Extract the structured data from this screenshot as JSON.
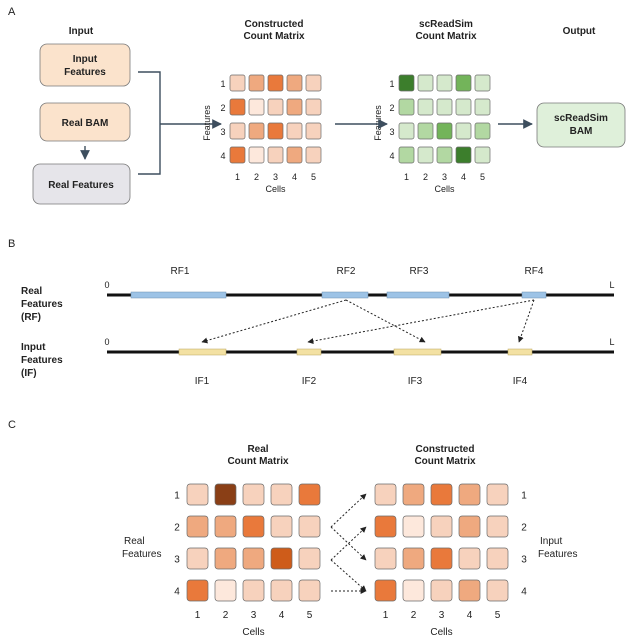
{
  "colors": {
    "peach_box": "#fbe3cc",
    "gray_box": "#e6e5ea",
    "green_box": "#dff0da",
    "box_border": "#7a7a7a",
    "arrow": "#3d4e5e",
    "cell_border": "#6b6b6b",
    "rf_segment": "#9dc3e6",
    "if_segment": "#f3e1a3",
    "line": "#111111",
    "orange": [
      "#fde8dc",
      "#f7d2bd",
      "#efa97f",
      "#e9793b",
      "#ce5c1a",
      "#8a3f16"
    ],
    "green": [
      "#ecf4e8",
      "#d5e9cc",
      "#b2d8a2",
      "#73b45a",
      "#3c7e2c"
    ]
  },
  "panel_a": {
    "label": "A",
    "input_title": "Input",
    "input_features": "Input Features",
    "real_bam": "Real BAM",
    "real_features": "Real Features",
    "constructed_title": "Constructed Count Matrix",
    "screadsim_title": "scReadSim Count Matrix",
    "output_title": "Output",
    "output_box": "scReadSim BAM",
    "features_axis": "Features",
    "cells_axis": "Cells",
    "row_labels": [
      "1",
      "2",
      "3",
      "4"
    ],
    "col_labels": [
      "1",
      "2",
      "3",
      "4",
      "5"
    ],
    "constructed_matrix": [
      [
        1,
        2,
        3,
        2,
        1
      ],
      [
        3,
        0,
        1,
        2,
        1
      ],
      [
        1,
        2,
        3,
        1,
        1
      ],
      [
        3,
        0,
        1,
        2,
        1
      ]
    ],
    "screadsim_matrix": [
      [
        4,
        1,
        1,
        3,
        1
      ],
      [
        2,
        1,
        1,
        1,
        1
      ],
      [
        1,
        2,
        3,
        1,
        2
      ],
      [
        2,
        1,
        2,
        4,
        1
      ]
    ]
  },
  "panel_b": {
    "label": "B",
    "rf_label": "Real Features (RF)",
    "if_label": "Input Features (IF)",
    "start": "0",
    "end": "L",
    "rf_names": [
      "RF1",
      "RF2",
      "RF3",
      "RF4"
    ],
    "if_names": [
      "IF1",
      "IF2",
      "IF3",
      "IF4"
    ]
  },
  "panel_c": {
    "label": "C",
    "real_title": "Real Count Matrix",
    "constructed_title": "Constructed Count Matrix",
    "real_features": "Real Features",
    "input_features": "Input Features",
    "cells_axis": "Cells",
    "row_labels": [
      "1",
      "2",
      "3",
      "4"
    ],
    "col_labels": [
      "1",
      "2",
      "3",
      "4",
      "5"
    ],
    "real_matrix": [
      [
        1,
        5,
        1,
        1,
        3
      ],
      [
        2,
        2,
        3,
        1,
        1
      ],
      [
        1,
        2,
        2,
        4,
        1
      ],
      [
        3,
        0,
        1,
        1,
        1
      ]
    ],
    "constructed_matrix": [
      [
        1,
        2,
        3,
        2,
        1
      ],
      [
        3,
        0,
        1,
        2,
        1
      ],
      [
        1,
        2,
        3,
        1,
        1
      ],
      [
        3,
        0,
        1,
        2,
        1
      ]
    ]
  }
}
